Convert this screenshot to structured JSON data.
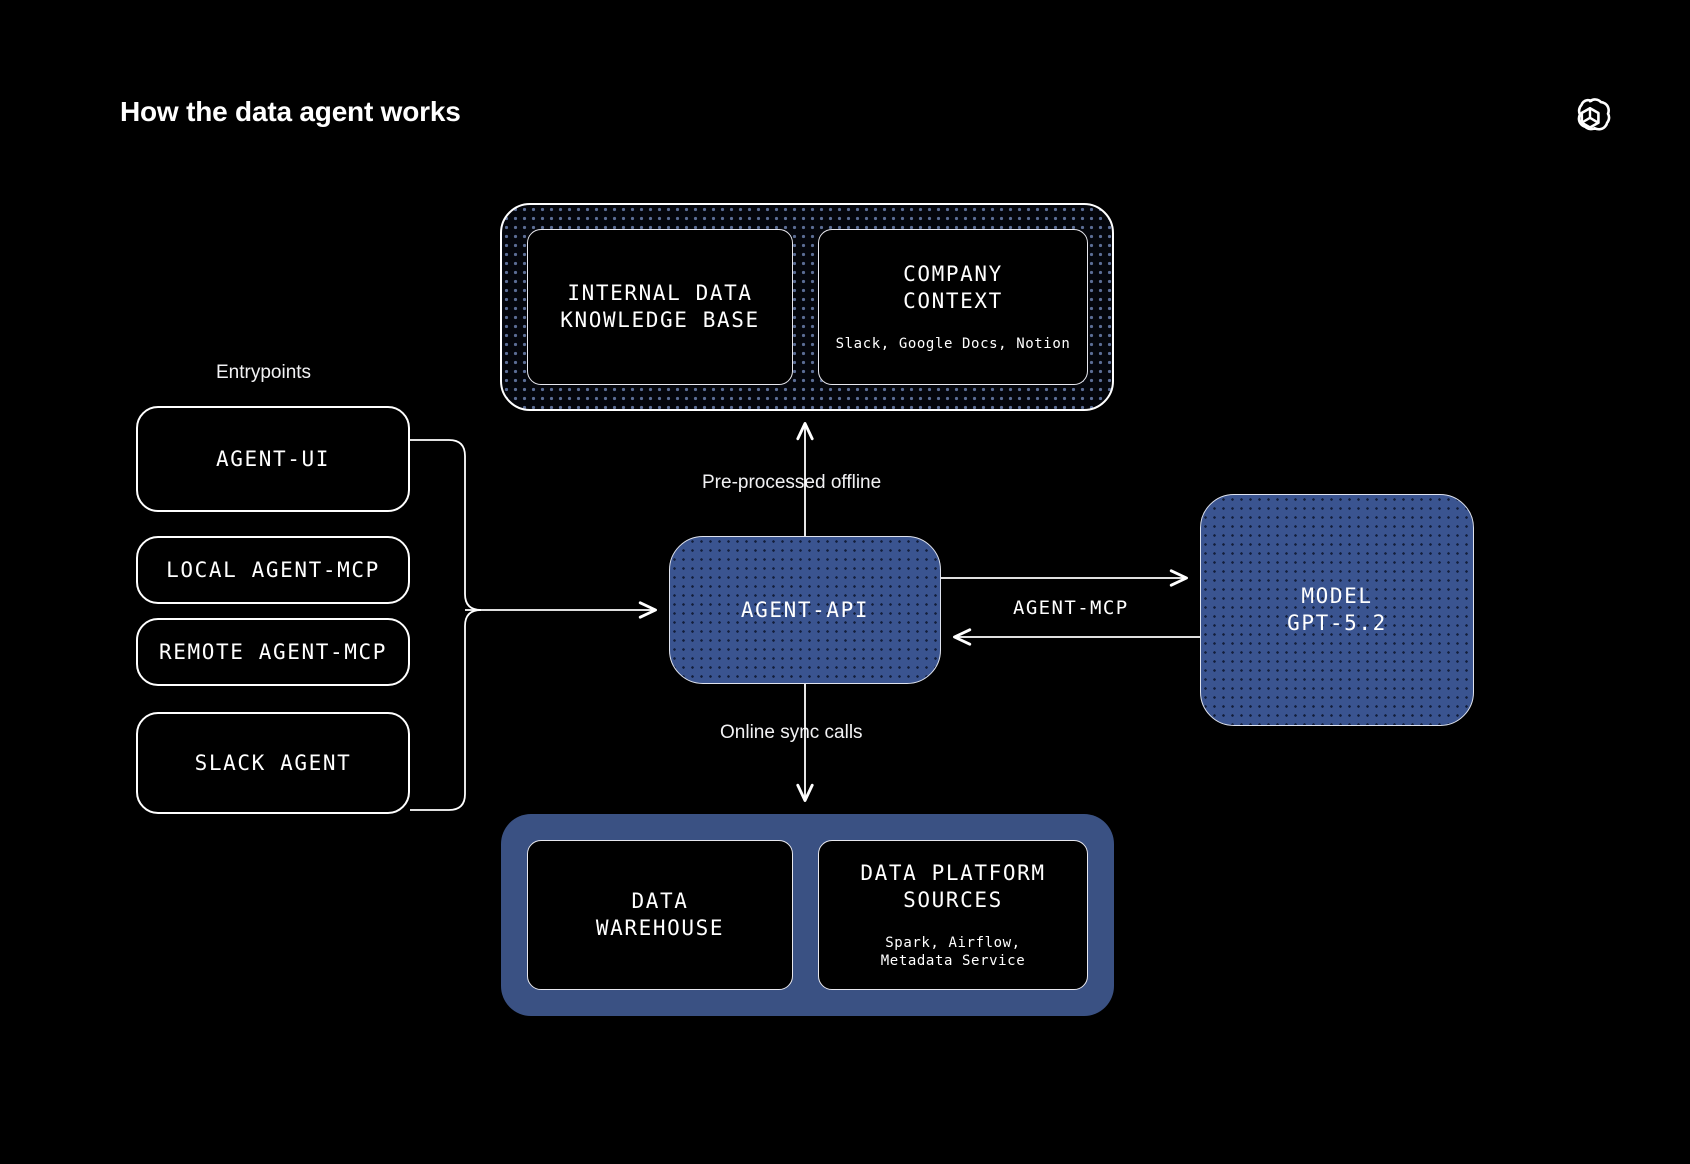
{
  "header": {
    "title": "How the data agent works",
    "logo_icon": "openai-logo-icon"
  },
  "entrypoints": {
    "label": "Entrypoints",
    "items": [
      {
        "label": "AGENT-UI"
      },
      {
        "label": "LOCAL AGENT-MCP"
      },
      {
        "label": "REMOTE AGENT-MCP"
      },
      {
        "label": "SLACK AGENT"
      }
    ]
  },
  "knowledge_group": {
    "boxes": [
      {
        "title": "INTERNAL DATA\nKNOWLEDGE BASE",
        "subtitle": ""
      },
      {
        "title": "COMPANY\nCONTEXT",
        "subtitle": "Slack, Google Docs, Notion"
      }
    ]
  },
  "core": {
    "agent_api": {
      "title": "AGENT-API"
    },
    "model": {
      "title": "MODEL\nGPT-5.2"
    }
  },
  "data_group": {
    "boxes": [
      {
        "title": "DATA\nWAREHOUSE",
        "subtitle": ""
      },
      {
        "title": "DATA PLATFORM\nSOURCES",
        "subtitle": "Spark, Airflow,\nMetadata Service"
      }
    ]
  },
  "connectors": {
    "preprocessed": "Pre-processed offline",
    "online_sync": "Online sync calls",
    "agent_mcp": "AGENT-MCP"
  },
  "colors": {
    "background": "#000000",
    "accent_blue": "#3a5490",
    "group_blue": "#3a5183",
    "stroke_white": "#ffffff",
    "halftone_dot": "#5b6d95"
  }
}
